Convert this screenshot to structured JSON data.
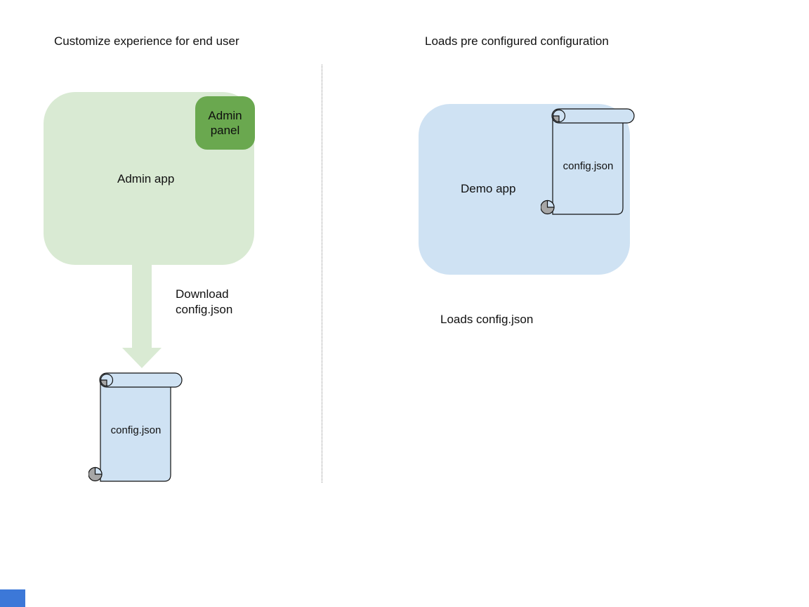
{
  "left": {
    "title": "Customize experience for end user",
    "admin_app_label": "Admin app",
    "admin_panel_label": "Admin panel",
    "arrow_caption": "Download\nconfig.json",
    "config_file_label": "config.json"
  },
  "right": {
    "title": "Loads pre configured configuration",
    "demo_app_label": "Demo app",
    "config_file_label": "config.json",
    "caption": "Loads config.json"
  },
  "colors": {
    "admin_app_fill": "#d9ead3",
    "admin_panel_fill": "#6aa84f",
    "arrow_fill": "#d9ead3",
    "demo_app_fill": "#cfe2f3",
    "scroll_fill": "#cfe2f3",
    "scroll_curl_gray": "#a6a6a6",
    "shape_outline": "#111111",
    "divider_gray": "#8a8a8a",
    "corner_marker_blue": "#3c78d8",
    "text": "#111111"
  }
}
